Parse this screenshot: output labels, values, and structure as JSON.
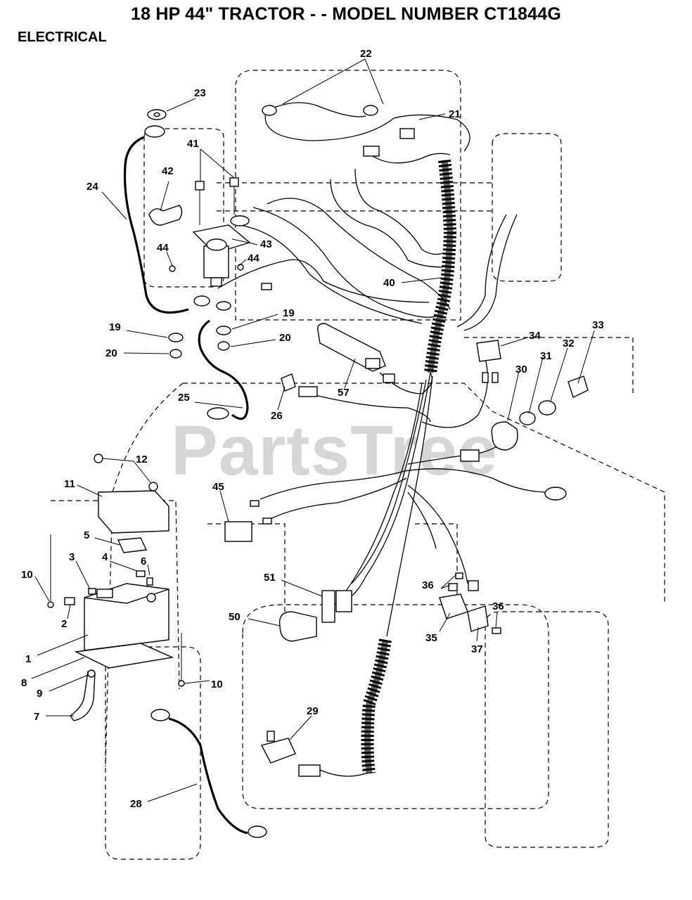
{
  "header": {
    "title": "18 HP 44\" TRACTOR - - MODEL NUMBER CT1844G",
    "section": "ELECTRICAL"
  },
  "watermark": "PartsTree",
  "callouts": [
    "22",
    "23",
    "21",
    "41",
    "42",
    "24",
    "44",
    "43",
    "44",
    "40",
    "19",
    "19",
    "20",
    "20",
    "34",
    "33",
    "32",
    "31",
    "30",
    "25",
    "57",
    "26",
    "12",
    "11",
    "45",
    "5",
    "3",
    "4",
    "6",
    "10",
    "2",
    "36",
    "36",
    "51",
    "50",
    "35",
    "37",
    "1",
    "8",
    "9",
    "10",
    "7",
    "29",
    "28"
  ]
}
